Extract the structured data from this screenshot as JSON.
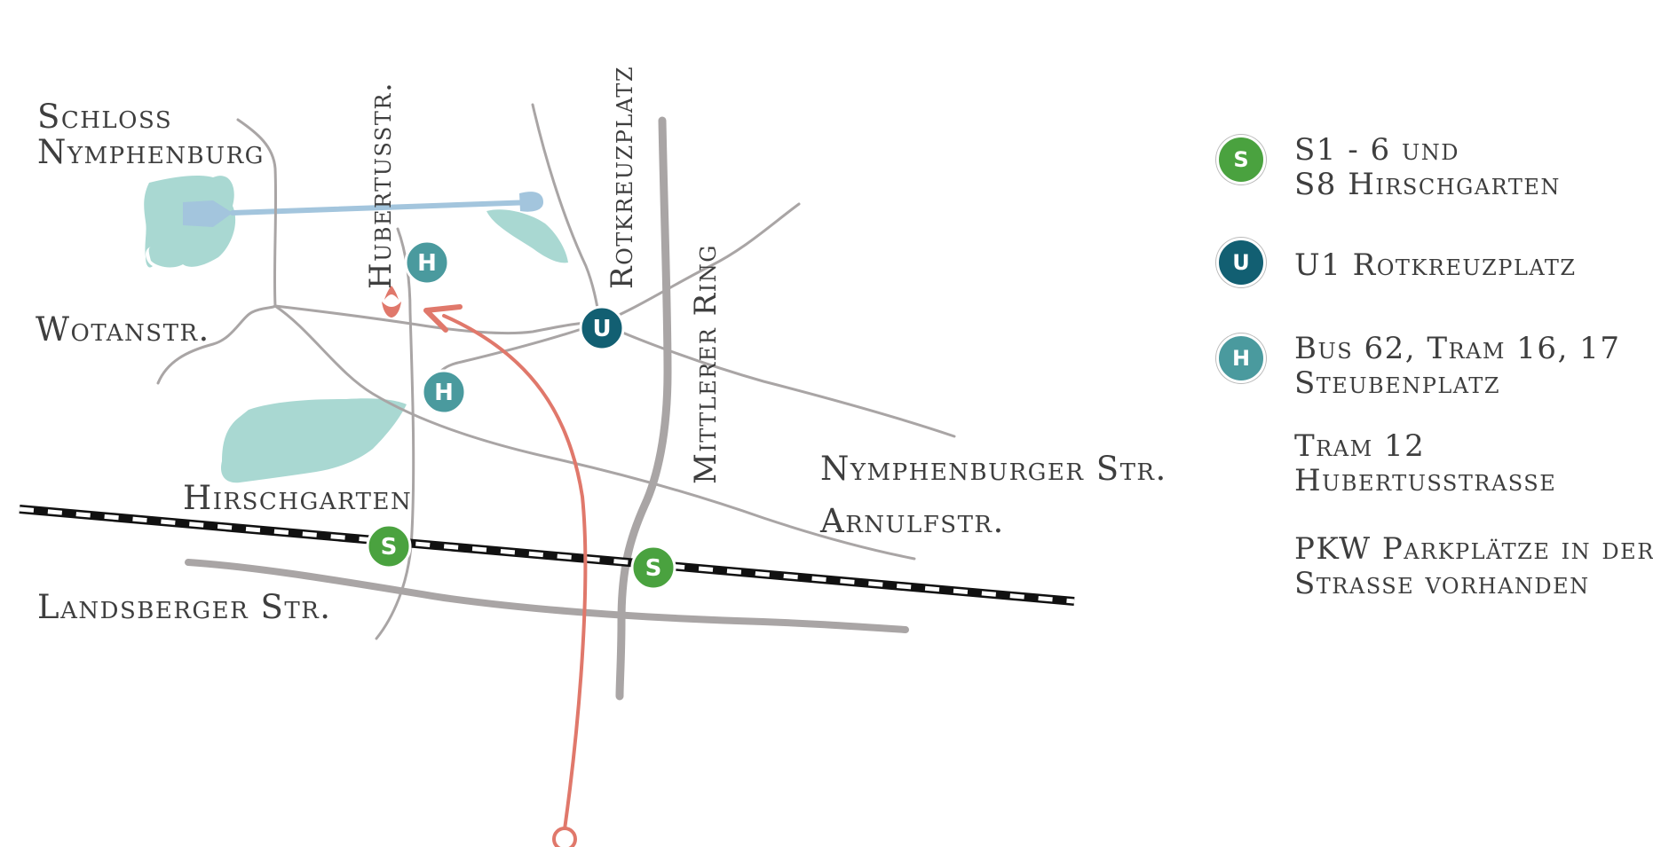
{
  "colors": {
    "road": "#a9a5a5",
    "water": "#a9d8d2",
    "canal": "#a3c5dd",
    "route": "#e0786b",
    "s_bahn": "#4aa23f",
    "u_bahn": "#125f72",
    "stop": "#4a9a9e",
    "rail": "#111111"
  },
  "map": {
    "labels": {
      "schloss_line1": "Schloss",
      "schloss_line2": "Nymphenburg",
      "wotanstr": "Wotanstr.",
      "hirschgarten": "Hirschgarten",
      "landsberger": "Landsberger Str.",
      "nymphenburger": "Nymphenburger Str.",
      "arnulfstr": "Arnulfstr.",
      "hubertusstr": "Hubertusstr.",
      "rotkreuzplatz": "Rotkreuzplatz",
      "mittlerer_ring": "Mittlerer Ring"
    },
    "badges": {
      "s": "S",
      "u": "U",
      "h": "H"
    },
    "destination_icon": "tulip-logo-icon",
    "origin_icon": "route-start-circle-icon"
  },
  "legend": {
    "s_bahn": {
      "icon_label": "S",
      "lines": [
        "S1 - 6 und",
        "S8 Hirschgarten"
      ]
    },
    "u_bahn": {
      "icon_label": "U",
      "lines": [
        "U1 Rotkreuzplatz"
      ]
    },
    "bus": {
      "icon_label": "H",
      "lines": [
        "Bus 62, Tram 16, 17",
        "Steubenplatz"
      ]
    },
    "tram": {
      "lines": [
        "Tram 12",
        "Hubertusstrasse"
      ]
    },
    "parking": {
      "lines": [
        "PKW Parkplätze in der",
        "Strasse vorhanden"
      ]
    }
  }
}
